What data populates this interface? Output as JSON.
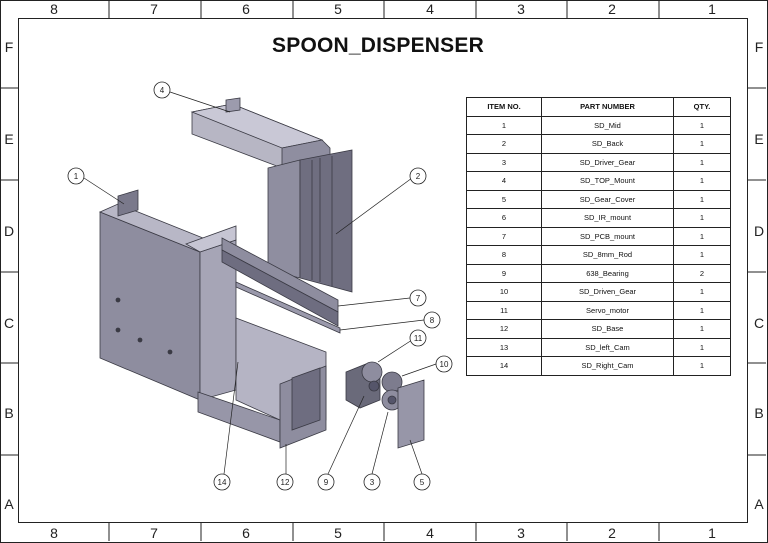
{
  "title": "SPOON_DISPENSER",
  "columns_top": [
    "8",
    "7",
    "6",
    "5",
    "4",
    "3",
    "2",
    "1"
  ],
  "columns_bottom": [
    "8",
    "7",
    "6",
    "5",
    "4",
    "3",
    "2",
    "1"
  ],
  "rows_left": [
    "F",
    "E",
    "D",
    "C",
    "B",
    "A"
  ],
  "rows_right": [
    "F",
    "E",
    "D",
    "C",
    "B",
    "A"
  ],
  "bom": {
    "headers": [
      "ITEM NO.",
      "PART NUMBER",
      "QTY."
    ],
    "rows": [
      [
        "1",
        "SD_Mid",
        "1"
      ],
      [
        "2",
        "SD_Back",
        "1"
      ],
      [
        "3",
        "SD_Driver_Gear",
        "1"
      ],
      [
        "4",
        "SD_TOP_Mount",
        "1"
      ],
      [
        "5",
        "SD_Gear_Cover",
        "1"
      ],
      [
        "6",
        "SD_IR_mount",
        "1"
      ],
      [
        "7",
        "SD_PCB_mount",
        "1"
      ],
      [
        "8",
        "SD_8mm_Rod",
        "1"
      ],
      [
        "9",
        "638_Bearing",
        "2"
      ],
      [
        "10",
        "SD_Driven_Gear",
        "1"
      ],
      [
        "11",
        "Servo_motor",
        "1"
      ],
      [
        "12",
        "SD_Base",
        "1"
      ],
      [
        "13",
        "SD_left_Cam",
        "1"
      ],
      [
        "14",
        "SD_Right_Cam",
        "1"
      ]
    ]
  },
  "balloons": [
    "4",
    "1",
    "2",
    "7",
    "8",
    "11",
    "10",
    "14",
    "12",
    "9",
    "3",
    "5"
  ]
}
